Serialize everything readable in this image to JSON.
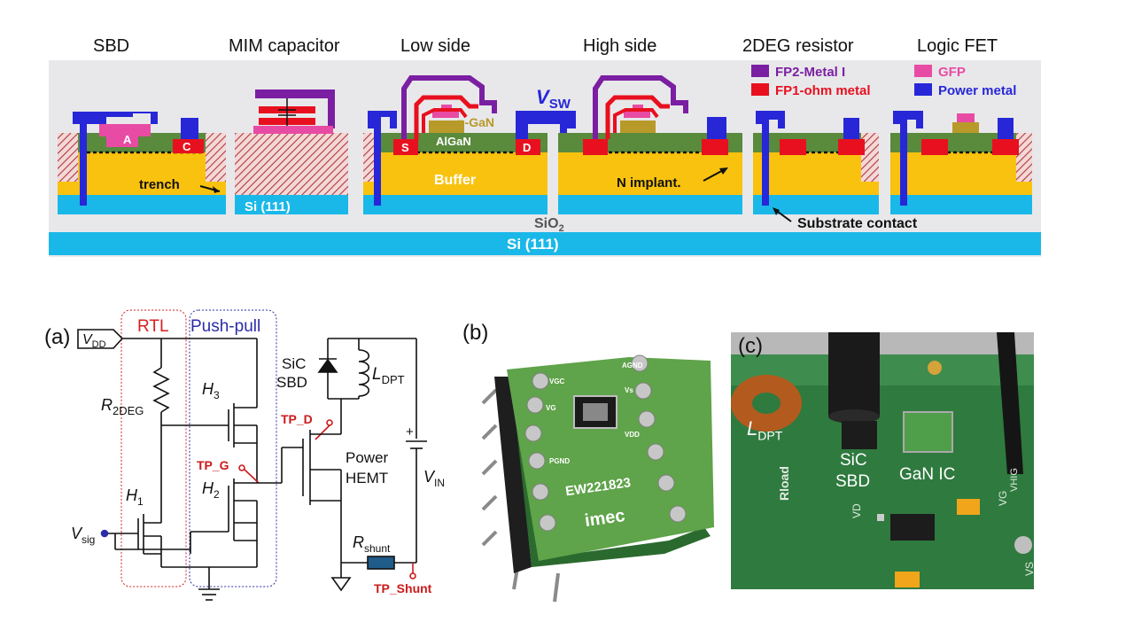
{
  "cross_section": {
    "titles": {
      "sbd": "SBD",
      "mim": "MIM capacitor",
      "low_side": "Low side",
      "high_side": "High side",
      "resistor": "2DEG resistor",
      "logic_fet": "Logic FET"
    },
    "legend": {
      "fp2": "FP2-Metal I",
      "fp1": "FP1-ohm metal",
      "gfp": "GFP",
      "power": "Power metal"
    },
    "labels": {
      "a": "A",
      "c": "C",
      "trench": "trench",
      "si111": "Si (111)",
      "s": "S",
      "d": "D",
      "pgan": "p-GaN",
      "algan": "AlGaN",
      "buffer": "Buffer",
      "vsw_main": "V",
      "vsw_sub": "SW",
      "n_implant": "N implant.",
      "substrate_contact": "Substrate contact",
      "sio2_main": "SiO",
      "sio2_sub": "2",
      "si111_bottom": "Si (111)"
    },
    "colors": {
      "substrate": "#1ab8e8",
      "buffer": "#f9c20e",
      "algan": "#5a8a3c",
      "fp2": "#7b1fa2",
      "fp1": "#e8101f",
      "gfp": "#e84ba4",
      "power": "#2727d8",
      "pgan": "#b89a2a",
      "background": "#e8e8ea"
    }
  },
  "circuit": {
    "panel_label": "(a)",
    "vdd_main": "V",
    "vdd_sub": "DD",
    "rtl": "RTL",
    "push_pull": "Push-pull",
    "r2deg_main": "R",
    "r2deg_sub": "2DEG",
    "h3_main": "H",
    "h3_sub": "3",
    "h2_main": "H",
    "h2_sub": "2",
    "h1_main": "H",
    "h1_sub": "1",
    "vsig_main": "V",
    "vsig_sub": "sig",
    "tp_g": "TP_G",
    "tp_d": "TP_D",
    "tp_shunt": "TP_Shunt",
    "sic_sbd_1": "SiC",
    "sic_sbd_2": "SBD",
    "ldpt_main": "L",
    "ldpt_sub": "DPT",
    "power_hemt_1": "Power",
    "power_hemt_2": "HEMT",
    "vin_main": "V",
    "vin_sub": "IN",
    "vin_plus": "+",
    "rshunt_main": "R",
    "rshunt_sub": "shunt",
    "colors": {
      "rtl": "#d62020",
      "push_pull": "#2c2ca8",
      "tp": "#cc1a1a",
      "rshunt": "#1f5c8a"
    }
  },
  "photo_b": {
    "panel_label": "(b)",
    "pins": [
      "VGC",
      "AGND",
      "VG",
      "Vs",
      "PGND",
      "VDD"
    ],
    "chip_id": "EW221823",
    "brand": "imec"
  },
  "photo_c": {
    "panel_label": "(c)",
    "ldpt_main": "L",
    "ldpt_sub": "DPT",
    "sic_1": "SiC",
    "sic_2": "SBD",
    "gan_ic": "GaN IC",
    "rload": "Rload",
    "vd": "VD",
    "vg": "VG",
    "vs": "VS",
    "vhigh": "VHIG"
  }
}
